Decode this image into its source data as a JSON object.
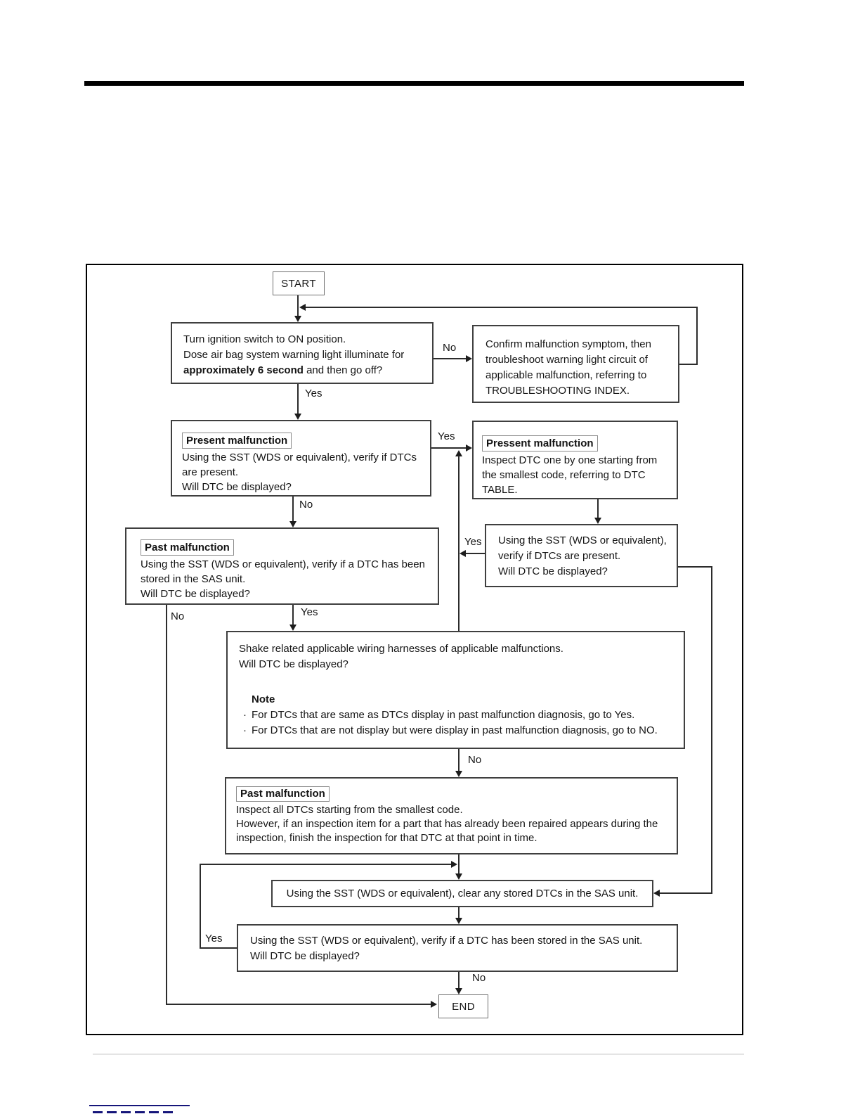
{
  "flowchart": {
    "start_label": "START",
    "end_label": "END",
    "edge_labels": {
      "yes": "Yes",
      "no": "No"
    },
    "boxes": {
      "ignition": {
        "line1": "Turn ignition switch to ON position.",
        "line2": "Dose air bag system warning light illuminate for",
        "line3_bold": "approximately 6 second",
        "line3_rest": " and then go off?"
      },
      "confirm": {
        "line1": "Confirm malfunction symptom, then",
        "line2": "troubleshoot warning light circuit of",
        "line3": "applicable malfunction, referring to",
        "line4": "TROUBLESHOOTING INDEX."
      },
      "present": {
        "tag": "Present malfunction",
        "line1": "Using the SST (WDS or equivalent), verify if DTCs",
        "line2": "are present.",
        "line3": "Will DTC be displayed?"
      },
      "pressent": {
        "tag": "Pressent malfunction",
        "line1": "Inspect DTC one by one starting from",
        "line2": "the smallest code, referring to DTC",
        "line3": "TABLE."
      },
      "verify_present": {
        "line1": "Using the SST (WDS or equivalent),",
        "line2": "verify if DTCs are present.",
        "line3": "Will DTC be displayed?"
      },
      "past_verify": {
        "tag": "Past malfunction",
        "line1": "Using the SST (WDS or equivalent), verify if a DTC has been",
        "line2": "stored in the SAS unit.",
        "line3": "Will DTC be displayed?"
      },
      "shake": {
        "line1": "Shake related applicable wiring harnesses of applicable malfunctions.",
        "line2": "Will DTC be displayed?",
        "note_title": "Note",
        "bullet": "·",
        "note1": "For DTCs that are same as DTCs display in past malfunction diagnosis, go to Yes.",
        "note2": "For DTCs that are not display but were display in past malfunction diagnosis, go to NO."
      },
      "past_inspect": {
        "tag": "Past malfunction",
        "line1": "Inspect all DTCs starting from the smallest code.",
        "line2": "However, if an inspection item for a part that has already been repaired appears during the",
        "line3": "inspection, finish the inspection for that DTC at that point in time."
      },
      "clear": {
        "line1": "Using the SST (WDS or equivalent), clear any stored DTCs in the SAS unit."
      },
      "verify_stored": {
        "line1": "Using the SST (WDS or equivalent), verify if a DTC has been stored in the SAS unit.",
        "line2": "Will DTC be displayed?"
      }
    }
  }
}
